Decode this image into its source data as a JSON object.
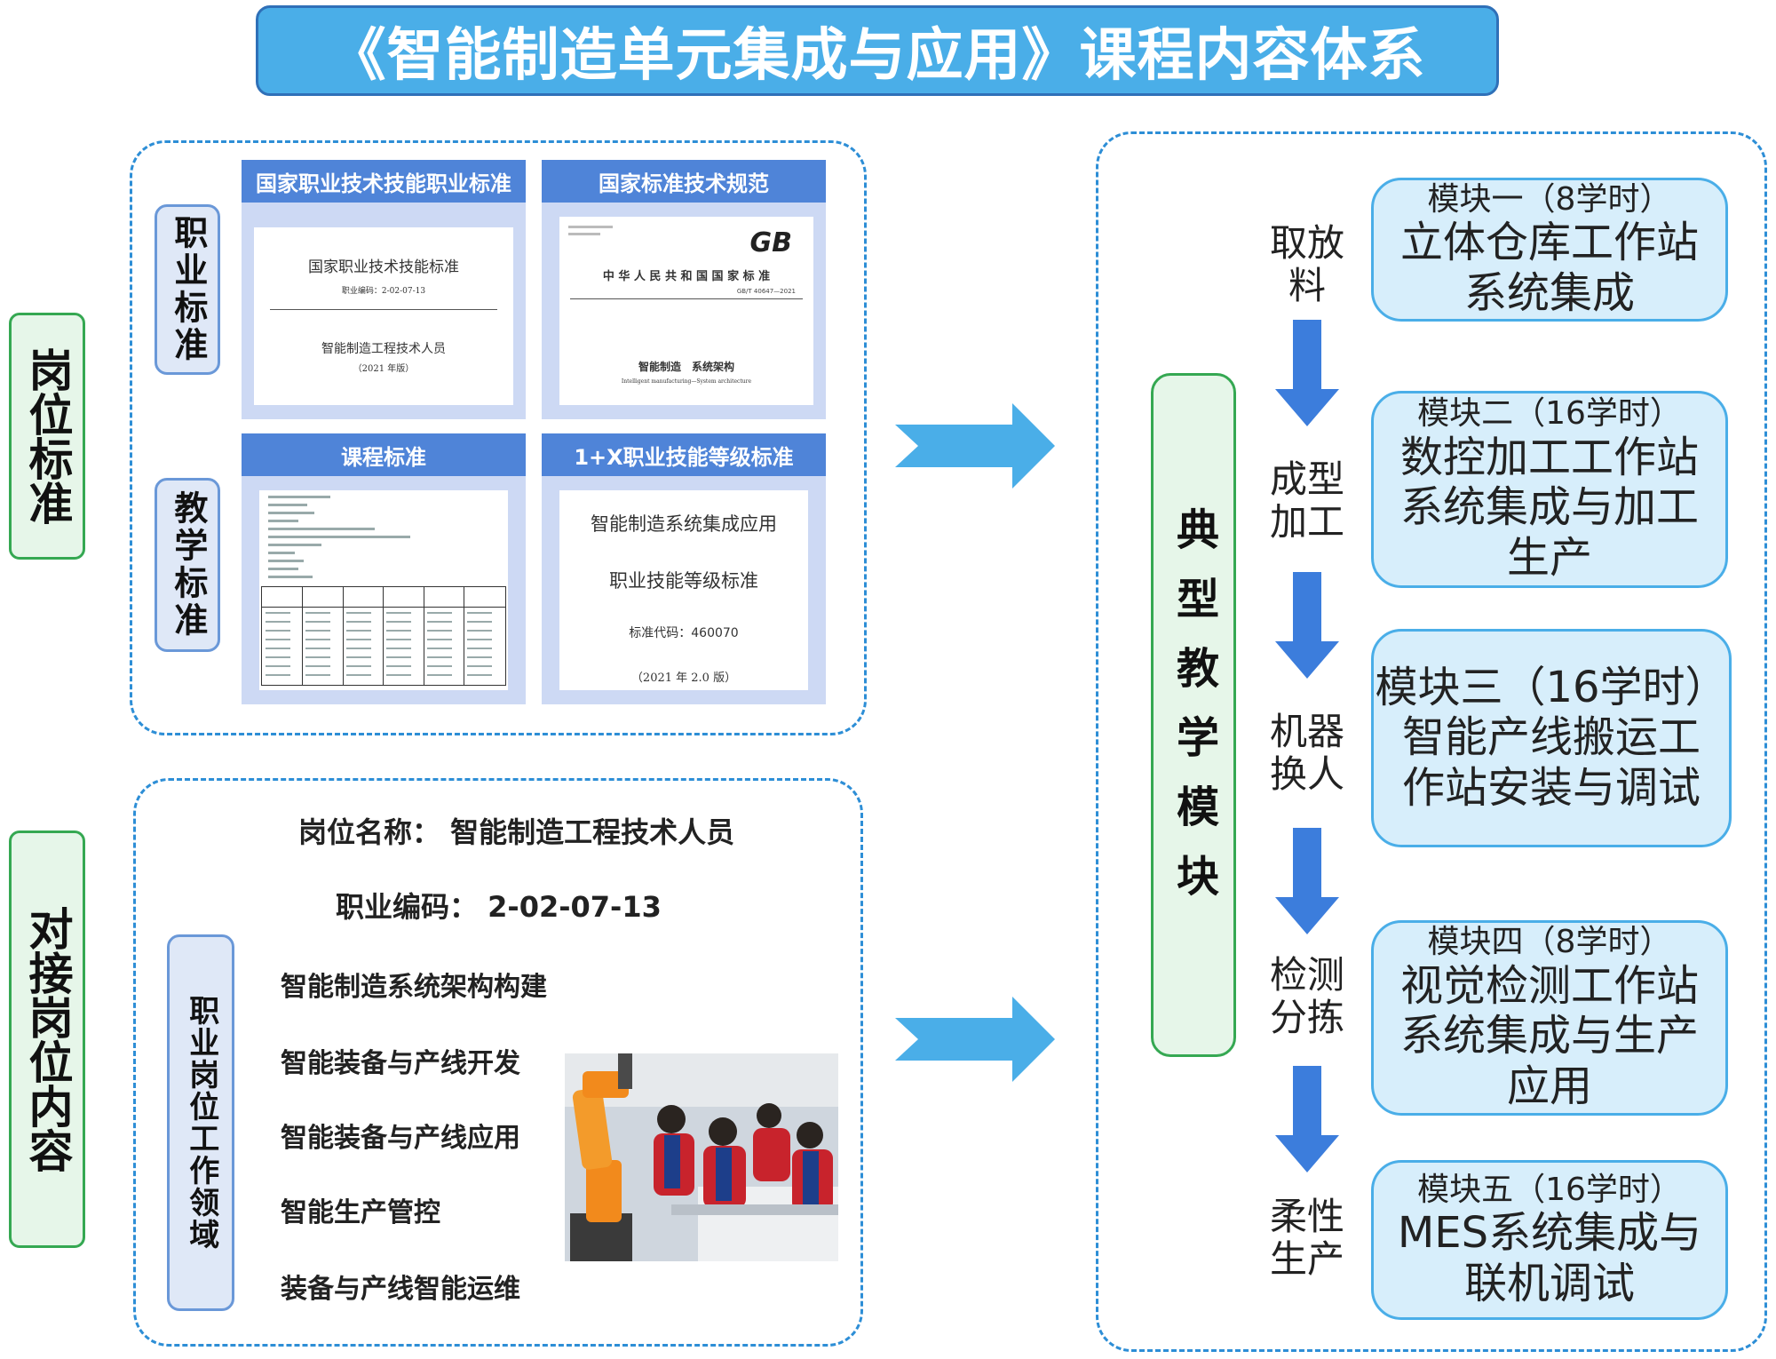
{
  "title": "《智能制造单元集成与应用》课程内容体系",
  "side_labels": {
    "top": "岗位标准",
    "bottom": "对接岗位内容"
  },
  "standards": {
    "tag_career": "职业标准",
    "tag_teaching": "教学标准",
    "cards": [
      {
        "header": "国家职业技术技能职业标准",
        "lines": [
          "国家职业技术技能标准",
          "职业编码：2-02-07-13",
          "智能制造工程技术人员",
          "（2021 年版）"
        ]
      },
      {
        "header": "国家标准技术规范",
        "lines": [
          "GB",
          "中 华 人 民 共 和 国 国 家 标 准",
          "GB/T 40647—2021",
          "智能制造　系统架构",
          "Intelligent manufacturing—System architecture"
        ]
      },
      {
        "header": "课程标准",
        "lines": []
      },
      {
        "header": "1+X职业技能等级标准",
        "lines": [
          "智能制造系统集成应用",
          "职业技能等级标准",
          "标准代码：460070",
          "（2021 年 2.0 版）"
        ]
      }
    ]
  },
  "job": {
    "name_label": "岗位名称：",
    "name_value": "智能制造工程技术人员",
    "code_label": "职业编码：",
    "code_value": "2-02-07-13",
    "domain_tag": "职业岗位工作领域",
    "domains": [
      "智能制造系统架构构建",
      "智能装备与产线开发",
      "智能装备与产线应用",
      "智能生产管控",
      "装备与产线智能运维"
    ]
  },
  "typical_modules_label": "典型教学模块",
  "processes": [
    "取放料",
    "成型加工",
    "机器换人",
    "检测分拣",
    "柔性生产"
  ],
  "modules": [
    {
      "header": "模块一（8学时）",
      "title": [
        "立体仓库工作站",
        "系统集成"
      ]
    },
    {
      "header": "模块二（16学时）",
      "title": [
        "数控加工工作站",
        "系统集成与加工",
        "生产"
      ]
    },
    {
      "header": "模块三（16学时）",
      "title": [
        "智能产线搬运工",
        "作站安装与调试"
      ]
    },
    {
      "header": "模块四（8学时）",
      "title": [
        "视觉检测工作站",
        "系统集成与生产",
        "应用"
      ]
    },
    {
      "header": "模块五（16学时）",
      "title": [
        "MES系统集成与",
        "联机调试"
      ]
    }
  ],
  "colors": {
    "banner": "#4aaee8",
    "card_header": "#4f84d8",
    "green_border": "#35a852",
    "dashed": "#2d8ed6",
    "arrow": "#4aaee8",
    "down_arrow": "#3c7ddc"
  }
}
